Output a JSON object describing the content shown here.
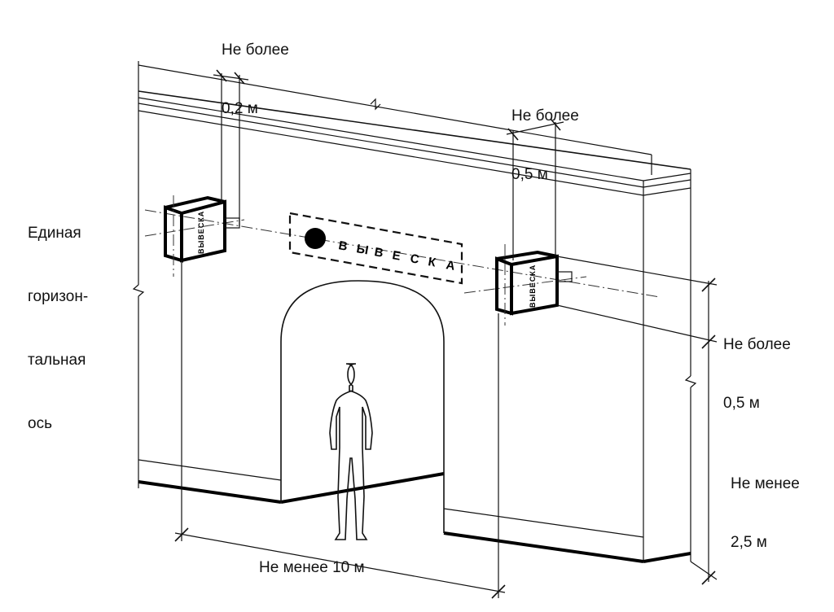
{
  "labels": {
    "top_left_offset": [
      "Не более",
      "0,2 м"
    ],
    "top_right_offset": [
      "Не более",
      "0,5 м"
    ],
    "unified_axis": [
      "Единая",
      "горизон-",
      "тальная",
      "ось"
    ],
    "sign_height": [
      "Не более",
      "0,5 м"
    ],
    "min_height": [
      "Не менее",
      "2,5 м"
    ],
    "min_distance": "Не менее 10 м"
  },
  "sign_text": "ВЫВЕСКА",
  "sign_letters": [
    "В",
    "Ы",
    "В",
    "Е",
    "С",
    "К",
    "А"
  ]
}
